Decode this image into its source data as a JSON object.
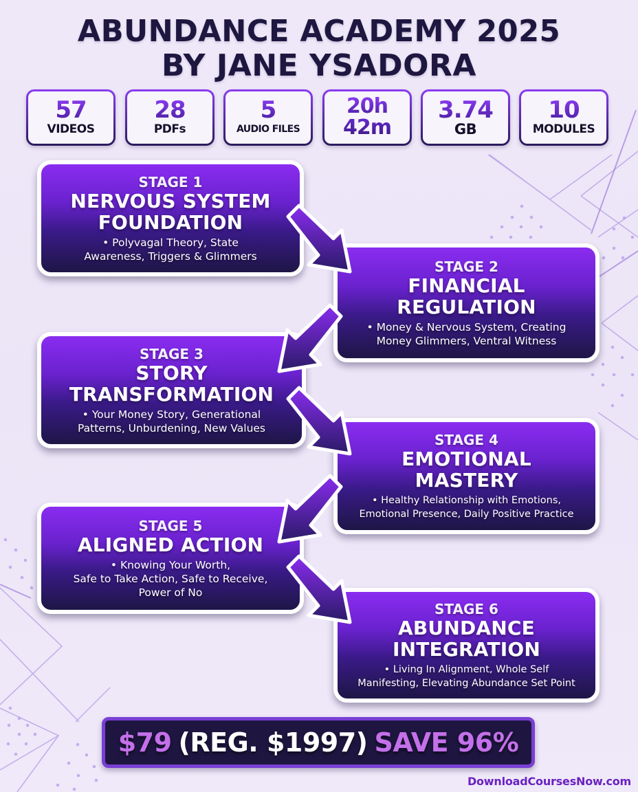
{
  "header": {
    "title_line1": "ABUNDANCE ACADEMY 2025",
    "title_line2": "BY JANE YSADORA"
  },
  "stats": [
    {
      "value": "57",
      "label": "VIDEOS"
    },
    {
      "value": "28",
      "label": "PDFs"
    },
    {
      "value": "5",
      "label": "AUDIO FILES"
    },
    {
      "value": "20h",
      "label": "42m"
    },
    {
      "value": "3.74",
      "label": "GB"
    },
    {
      "value": "10",
      "label": "MODULES"
    }
  ],
  "stages": [
    {
      "stage": "STAGE 1",
      "title_line1": "NERVOUS SYSTEM",
      "title_line2": "FOUNDATION",
      "desc_line1": "• Polyvagal Theory, State",
      "desc_line2": "Awareness, Triggers & Glimmers"
    },
    {
      "stage": "STAGE 2",
      "title_line1": "FINANCIAL",
      "title_line2": "REGULATION",
      "desc_line1": "• Money & Nervous System, Creating",
      "desc_line2": "Money Glimmers, Ventral Witness"
    },
    {
      "stage": "STAGE 3",
      "title_line1": "STORY",
      "title_line2": "TRANSFORMATION",
      "desc_line1": "• Your Money Story, Generational",
      "desc_line2": "Patterns, Unburdening, New Values"
    },
    {
      "stage": "STAGE 4",
      "title_line1": "EMOTIONAL",
      "title_line2": "MASTERY",
      "desc_line1": "• Healthy Relationship with Emotions,",
      "desc_line2": "Emotional Presence, Daily Positive Practice"
    },
    {
      "stage": "STAGE 5",
      "title_line1": "ALIGNED ACTION",
      "desc_line1": "• Knowing Your Worth,",
      "desc_line2": "Safe to Take Action, Safe to Receive,",
      "desc_line3": "Power of No"
    },
    {
      "stage": "STAGE 6",
      "title_line1": "ABUNDANCE",
      "title_line2": "INTEGRATION",
      "desc_line1": "• Living In Alignment, Whole Self",
      "desc_line2": "Manifesting, Elevating Abundance Set Point"
    }
  ],
  "price": {
    "sale": "$79",
    "regular": "(REG. $1997)",
    "savings": "SAVE 96%"
  },
  "footer": {
    "site": "DownloadCoursesNow.com"
  },
  "colors": {
    "background": "#eee8f8",
    "title": "#1e1740",
    "card_top": "#8a2cf0",
    "card_bottom": "#1e1646",
    "price_bg": "#1e1640",
    "price_border": "#7a3fd4",
    "price_accent": "#c470ea",
    "footer": "#6a22c0"
  }
}
